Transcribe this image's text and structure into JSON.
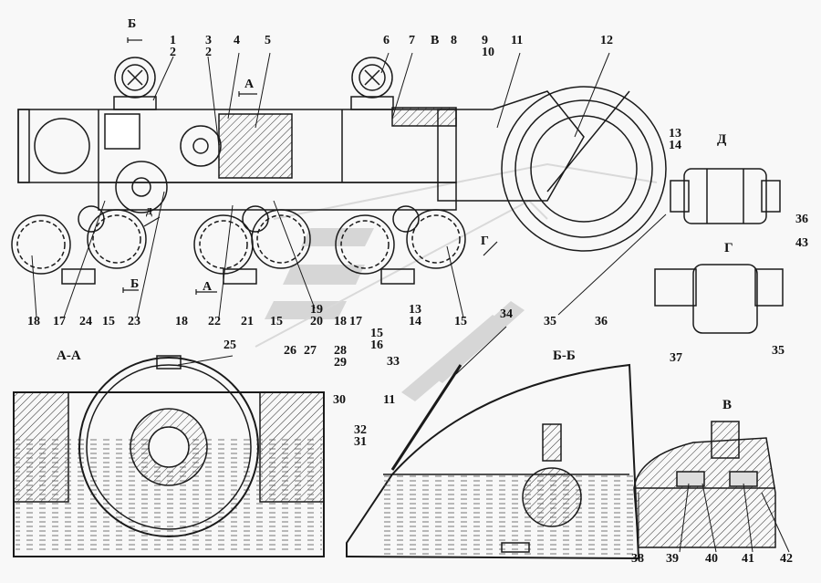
{
  "title_views": {
    "section_aa": "А-А",
    "section_bb": "Б-Б",
    "view_v": "В",
    "view_g": "Г",
    "view_d": "Д"
  },
  "arrows": {
    "b_top": "Б",
    "a_top": "А",
    "d_small": "Д",
    "b_low": "Б",
    "a_low": "А",
    "g": "Г"
  },
  "callouts": {
    "c1_2": [
      "1",
      "2"
    ],
    "c3_2": [
      "3",
      "2"
    ],
    "c4": "4",
    "c5": "5",
    "c6": "6",
    "c7": "7",
    "cV": "В",
    "c8": "8",
    "c9_10": [
      "9",
      "10"
    ],
    "c11": "11",
    "c12": "12",
    "c13_14_top": [
      "13",
      "14"
    ],
    "c36_d": "36",
    "c43": "43",
    "c35_left": "35",
    "c36_g": "36",
    "c37": "37",
    "c35_g": "35",
    "bottom_row": [
      "18",
      "17",
      "24",
      "15",
      "23",
      "18",
      "22",
      "21",
      "15"
    ],
    "c19_20": [
      "19",
      "20"
    ],
    "c18b": "18",
    "c17b": "17",
    "c15_16": [
      "15",
      "16"
    ],
    "c13_14_low": [
      "13",
      "14"
    ],
    "c15c": "15",
    "c25": "25",
    "c26": "26",
    "c27": "27",
    "c28_29": [
      "28",
      "29"
    ],
    "c30": "30",
    "c33": "33",
    "c34": "34",
    "c11_bb": "11",
    "c32_31": [
      "32",
      "31"
    ],
    "v_row": [
      "38",
      "39",
      "40",
      "41",
      "42"
    ]
  },
  "colors": {
    "line": "#1a1a1a",
    "hatch": "#333333",
    "watermark": "#bdbdbd",
    "background": "#f8f8f8"
  }
}
